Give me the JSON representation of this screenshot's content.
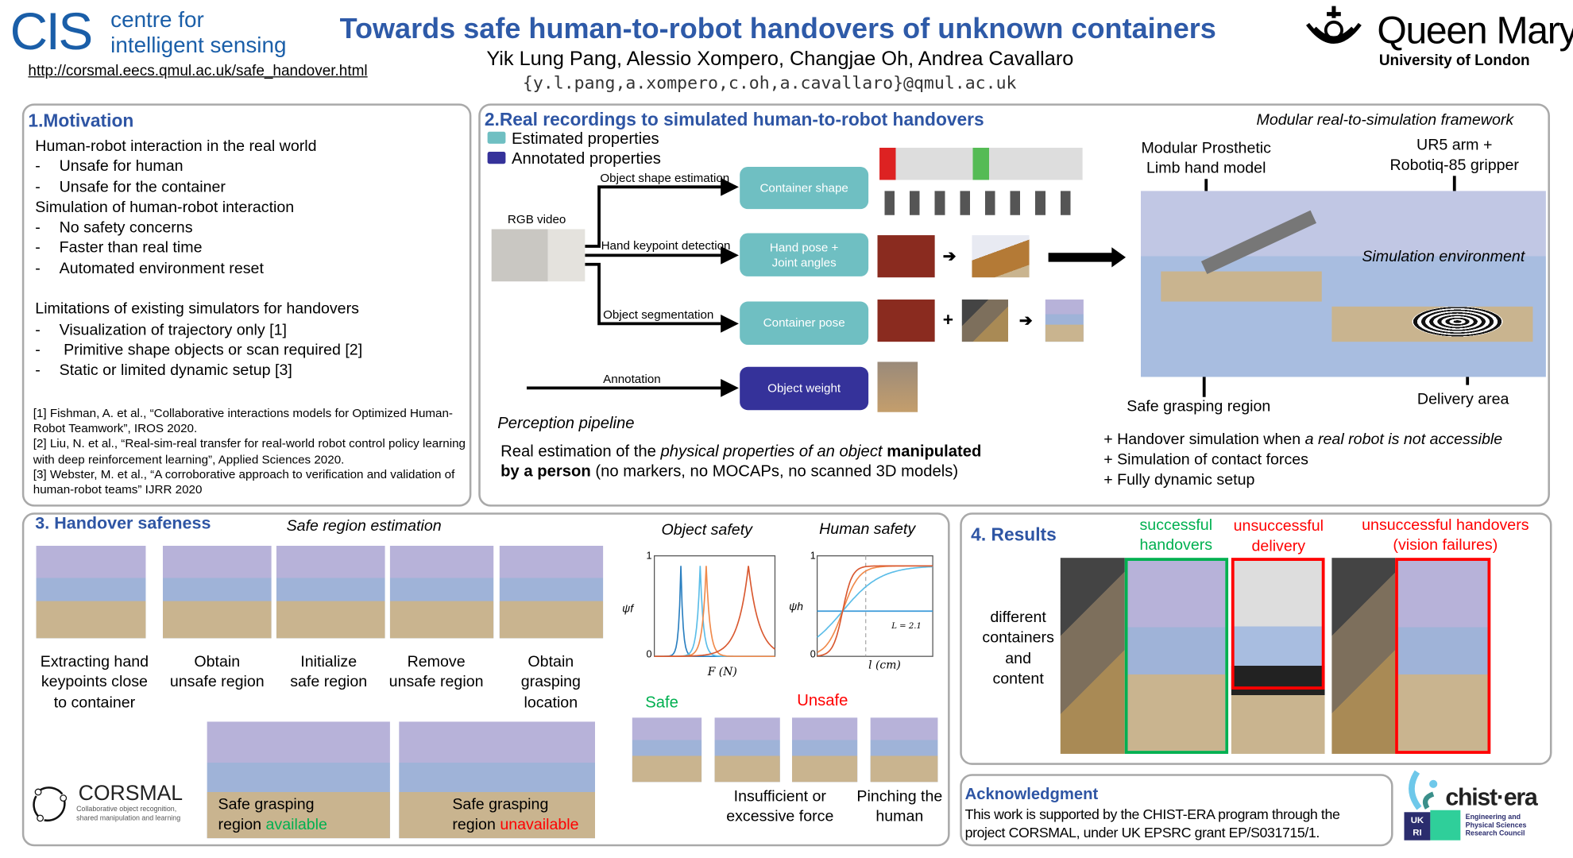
{
  "header": {
    "cis_logo": "CIS",
    "cis_line1": "centre for",
    "cis_line2": "intelligent sensing",
    "url": "http://corsmal.eecs.qmul.ac.uk/safe_handover.html",
    "title": "Towards safe human-to-robot handovers of unknown containers",
    "authors": "Yik Lung Pang, Alessio Xompero, Changjae Oh, Andrea Cavallaro",
    "emails": "{y.l.pang,a.xompero,c.oh,a.cavallaro}@qmul.ac.uk",
    "qm_name": "Queen Mary",
    "qm_sub": "University of London"
  },
  "motivation": {
    "heading": "1.Motivation",
    "lines": [
      {
        "text": "Human-robot interaction in the real world",
        "bullet": false
      },
      {
        "text": "Unsafe for human",
        "bullet": true
      },
      {
        "text": "Unsafe for the container",
        "bullet": true
      },
      {
        "text": "Simulation of human-robot interaction",
        "bullet": false
      },
      {
        "text": "No safety concerns",
        "bullet": true
      },
      {
        "text": "Faster than real time",
        "bullet": true
      },
      {
        "text": "Automated environment reset",
        "bullet": true
      },
      {
        "text": "",
        "bullet": false
      },
      {
        "text": "Limitations of existing simulators for handovers",
        "bullet": false
      },
      {
        "text": "Visualization of trajectory only [1]",
        "bullet": true
      },
      {
        "text": " Primitive shape objects or scan required [2]",
        "bullet": true
      },
      {
        "text": "Static or limited dynamic setup [3]",
        "bullet": true
      }
    ],
    "references": [
      "[1] Fishman, A. et al., “Collaborative interactions models for Optimized Human-Robot Teamwork”, IROS 2020.",
      "[2] Liu, N. et al., “Real-sim-real transfer for real-world robot control policy learning with deep reinforcement learning”, Applied Sciences 2020.",
      "[3] Webster, M. et al., “A corroborative approach to verification and validation of human-robot teams” IJRR 2020"
    ]
  },
  "pipeline": {
    "heading": "2.Real recordings to simulated human-to-robot handovers",
    "legend": [
      {
        "label": "Estimated properties",
        "color": "#6fbfc2"
      },
      {
        "label": "Annotated properties",
        "color": "#35329a"
      }
    ],
    "rgb_label": "RGB video",
    "edges": [
      "Object shape estimation",
      "Hand keypoint detection",
      "Object segmentation",
      "Annotation"
    ],
    "nodes": [
      "Container shape",
      "Hand pose +\nJoint angles",
      "Container pose",
      "Object weight"
    ],
    "plus": "+",
    "perception_label": "Perception pipeline",
    "desc1_a": "Real estimation of the ",
    "desc1_b": "physical properties of an object",
    "desc1_c": " manipulated",
    "desc2_a": "by a person",
    "desc2_b": " (no markers, no MOCAPs, no scanned 3D models)",
    "framework_label": "Modular real-to-simulation framework",
    "hand_model_label": "Modular Prosthetic\nLimb hand model",
    "arm_label": "UR5 arm +\nRobotiq-85 gripper",
    "sim_env_label": "Simulation environment",
    "safe_region_label": "Safe grasping region",
    "delivery_label": "Delivery area",
    "bullets": [
      "+ Handover simulation when ",
      "a real robot is not accessible",
      "+ Simulation of contact forces",
      "+ Fully dynamic setup"
    ]
  },
  "safeness": {
    "heading": "3. Handover safeness",
    "subheading": "Safe region estimation",
    "steps": [
      "Extracting hand\nkeypoints close\nto container",
      "Obtain\nunsafe region",
      "Initialize\nsafe region",
      "Remove\nunsafe region",
      "Obtain\ngrasping\nlocation"
    ],
    "avail_a": "Safe grasping",
    "avail_b": "region ",
    "avail_c": "available",
    "unavail_a": "Safe grasping",
    "unavail_b": "region ",
    "unavail_c": "unavailable",
    "corsmal_name": "CORSMAL",
    "corsmal_sub1": "Collaborative object recognition,",
    "corsmal_sub2": "shared manipulation and learning",
    "safe_label": "Safe",
    "unsafe_label": "Unsafe",
    "force_caption": "Insufficient or\nexcessive force",
    "pinch_caption": "Pinching the\nhuman"
  },
  "chart_data": [
    {
      "type": "line",
      "title": "Object safety",
      "xlabel": "F (N)",
      "ylabel": "ψf",
      "ylim": [
        0,
        1
      ],
      "yticks": [
        "0",
        "1"
      ],
      "series": [
        {
          "name": "s1",
          "color": "#2a7fc0",
          "peak": 0.22,
          "width": 0.04
        },
        {
          "name": "s2",
          "color": "#5bbde8",
          "peak": 0.38,
          "width": 0.06
        },
        {
          "name": "s3",
          "color": "#f08a4b",
          "peak": 0.43,
          "width": 0.07
        },
        {
          "name": "s4",
          "color": "#d9582f",
          "peak": 0.78,
          "width": 0.2
        }
      ]
    },
    {
      "type": "line",
      "title": "Human safety",
      "xlabel": "l (cm)",
      "ylabel": "ψh",
      "ylim": [
        0,
        1
      ],
      "yticks": [
        "0",
        "1"
      ],
      "annotation": "L = 2.1",
      "vline": 0.42,
      "series": [
        {
          "name": "flat",
          "color": "#3a9ad9",
          "slope": 0
        },
        {
          "name": "s2",
          "color": "#5bbde8",
          "slope": 6
        },
        {
          "name": "s3",
          "color": "#f08a4b",
          "slope": 14
        },
        {
          "name": "s4",
          "color": "#d9582f",
          "slope": 24
        }
      ]
    }
  ],
  "results": {
    "heading": "4.  Results",
    "success_label": "successful\nhandovers",
    "delivery_label": "unsuccessful\ndelivery",
    "vision_label": "unsuccessful handovers\n(vision failures)",
    "left_label": "different\ncontainers\nand\ncontent",
    "colors": {
      "success": "#00b050",
      "fail": "#ff0000"
    }
  },
  "ack": {
    "heading": "Acknowledgment",
    "text1": "This work is supported by the CHIST-ERA program through the",
    "text2": "project CORSMAL, under UK EPSRC grant EP/S031715/1.",
    "chist": "chist·era",
    "ukri": "UK\nRI",
    "epsrc": "Engineering and\nPhysical Sciences\nResearch Council"
  }
}
